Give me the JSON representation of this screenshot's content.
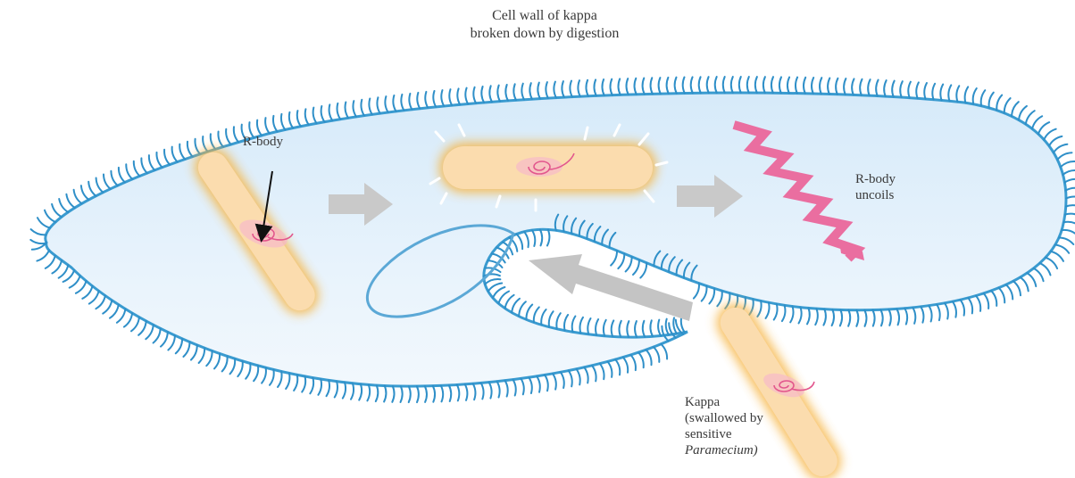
{
  "labels": {
    "caption_top": [
      "Cell wall of kappa",
      "broken down by digestion"
    ],
    "rbody_left": "R-body",
    "rbody_right": [
      "R-body",
      "uncoils"
    ],
    "kappa": [
      "Kappa",
      "(swallowed by",
      "sensitive",
      "Paramecium)"
    ]
  },
  "colors": {
    "cell_fill": "#e4f1fb",
    "cell_outline": "#3a9bd0",
    "cilia": "#2f8fc8",
    "bacterium_fill": "#fbdcae",
    "bacterium_glow": "#f6b545",
    "rbody_coil": "#e2568d",
    "rbody_uncoiled": "#ea6ea0",
    "arrow": "#c8c8c8",
    "pointer": "#111111"
  }
}
